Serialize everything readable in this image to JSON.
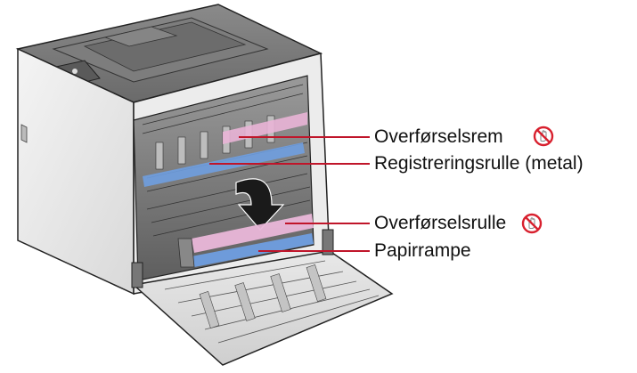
{
  "callouts": [
    {
      "text": "Overførselsrem",
      "no_touch": true
    },
    {
      "text": "Registreringsrulle (metal)",
      "no_touch": false
    },
    {
      "text": "Overførselsrulle",
      "no_touch": true
    },
    {
      "text": "Papirrampe",
      "no_touch": false
    }
  ],
  "icons": {
    "no_touch": "no-touch-hand-icon",
    "arrow": "curved-arrow-down-icon"
  },
  "colors": {
    "leader_line": "#c0152a",
    "no_touch_ring": "#d8202e",
    "transfer_belt_highlight": "#e9b4d6",
    "registration_roller_highlight": "#6f9ee0",
    "transfer_roller_highlight": "#eab7d9",
    "paper_ramp_highlight": "#6f9ee0"
  }
}
